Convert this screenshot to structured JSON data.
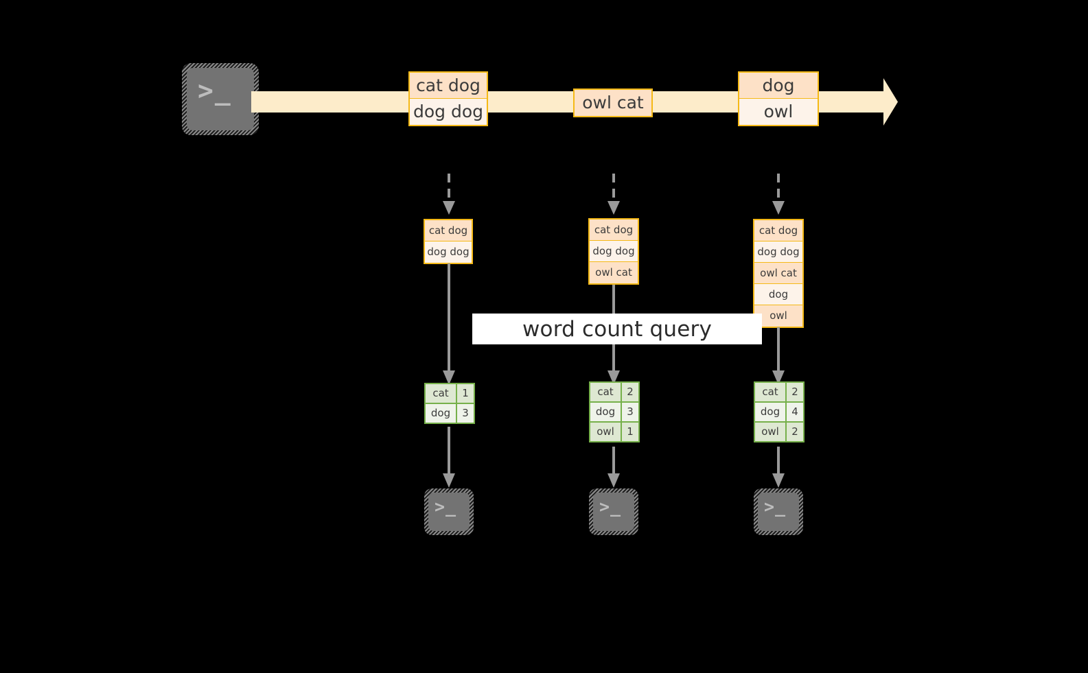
{
  "diagram": {
    "title_label": "word count query",
    "source": {
      "icon": "terminal-icon",
      "glyph": ">_"
    },
    "stream": {
      "direction": "left-to-right",
      "band_color": "#fdecca",
      "border_color": "#f5b916",
      "events": [
        {
          "id": "event-1",
          "lines": [
            "cat dog",
            "dog dog"
          ]
        },
        {
          "id": "event-2",
          "lines": [
            "owl cat"
          ]
        },
        {
          "id": "event-3",
          "lines": [
            "dog",
            "owl"
          ]
        }
      ]
    },
    "snapshots": [
      {
        "id": "snapshot-1",
        "accumulated": [
          "cat dog",
          "dog dog"
        ],
        "counts": [
          {
            "word": "cat",
            "count": "1"
          },
          {
            "word": "dog",
            "count": "3"
          }
        ],
        "sink": {
          "icon": "terminal-icon",
          "glyph": ">_"
        }
      },
      {
        "id": "snapshot-2",
        "accumulated": [
          "cat dog",
          "dog dog",
          "owl cat"
        ],
        "counts": [
          {
            "word": "cat",
            "count": "2"
          },
          {
            "word": "dog",
            "count": "3"
          },
          {
            "word": "owl",
            "count": "1"
          }
        ],
        "sink": {
          "icon": "terminal-icon",
          "glyph": ">_"
        }
      },
      {
        "id": "snapshot-3",
        "accumulated": [
          "cat dog",
          "dog dog",
          "owl cat",
          "dog",
          "owl"
        ],
        "counts": [
          {
            "word": "cat",
            "count": "2"
          },
          {
            "word": "dog",
            "count": "4"
          },
          {
            "word": "owl",
            "count": "2"
          }
        ],
        "sink": {
          "icon": "terminal-icon",
          "glyph": ">_"
        }
      }
    ],
    "colors": {
      "stream_fill": "#fdecca",
      "stream_border": "#f5b916",
      "box_shade": "#fde1c7",
      "box_light": "#fdf3ea",
      "result_border": "#76b04a",
      "result_shade": "#dee8d2",
      "result_light": "#eff3ea",
      "arrow": "#9a9a9a",
      "background": "#000000",
      "label_bg": "#ffffff"
    }
  }
}
